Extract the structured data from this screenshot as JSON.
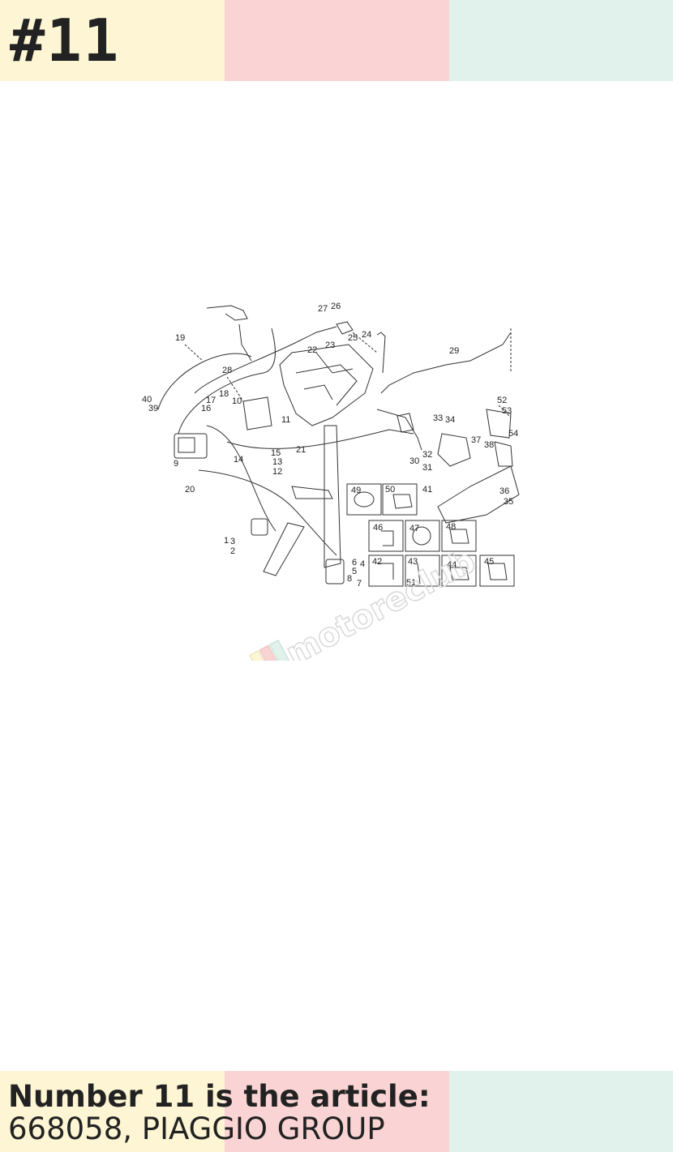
{
  "header": {
    "number": "#11"
  },
  "bands": {
    "yellow": "#fdf5d3",
    "pink": "#fad4d4",
    "mint": "#e0f2eb"
  },
  "diagram": {
    "callouts": [
      "1",
      "2",
      "3",
      "4",
      "5",
      "6",
      "7",
      "8",
      "9",
      "10",
      "11",
      "12",
      "13",
      "14",
      "15",
      "16",
      "17",
      "18",
      "19",
      "20",
      "21",
      "22",
      "23",
      "24",
      "25",
      "26",
      "27",
      "28",
      "29",
      "30",
      "31",
      "32",
      "33",
      "34",
      "35",
      "36",
      "37",
      "38",
      "39",
      "40",
      "41",
      "42",
      "43",
      "44",
      "45",
      "46",
      "47",
      "48",
      "49",
      "50",
      "51",
      "52",
      "53",
      "54"
    ],
    "watermark": "motoreclub"
  },
  "footer": {
    "line1": "Number 11 is the article:",
    "line2": "668058, PIAGGIO GROUP"
  }
}
